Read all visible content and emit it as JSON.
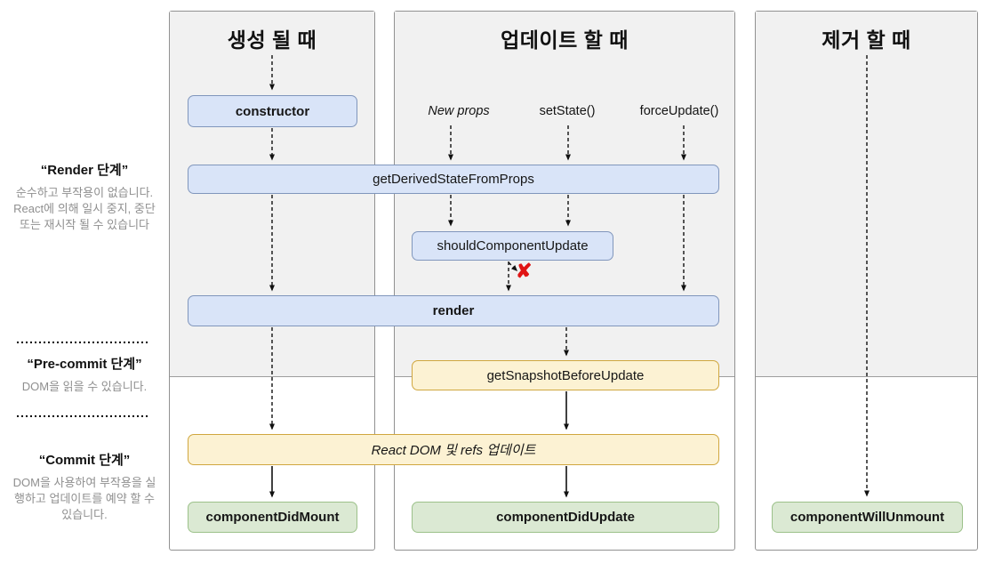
{
  "sidebar": {
    "phases": [
      {
        "title": "“Render 단계”",
        "description": "순수하고 부작용이 없습니다. React에 의해 일시 중지, 중단 또는 재시작 될 수 있습니다"
      },
      {
        "title": "“Pre-commit 단계”",
        "description": "DOM을 읽을 수 있습니다."
      },
      {
        "title": "“Commit 단계”",
        "description": "DOM을 사용하여 부작용을 실행하고 업데이트를 예약 할 수 있습니다."
      }
    ]
  },
  "columns": [
    {
      "title": "생성 될 때"
    },
    {
      "title": "업데이트 할 때"
    },
    {
      "title": "제거 할 때"
    }
  ],
  "triggers": {
    "new_props": "New props",
    "set_state": "setState()",
    "force_update": "forceUpdate()"
  },
  "boxes": {
    "constructor": "constructor",
    "get_derived_state_from_props": "getDerivedStateFromProps",
    "should_component_update": "shouldComponentUpdate",
    "render": "render",
    "get_snapshot_before_update": "getSnapshotBeforeUpdate",
    "react_dom_update": "React DOM 및 refs 업데이트",
    "component_did_mount": "componentDidMount",
    "component_did_update": "componentDidUpdate",
    "component_will_unmount": "componentWillUnmount"
  },
  "icons": {
    "blocked_x": "✘"
  },
  "colors": {
    "box_blue_fill": "#d9e4f8",
    "box_blue_border": "#8096bc",
    "box_yellow_fill": "#fcf2d3",
    "box_yellow_border": "#d0a73f",
    "box_green_fill": "#dbe9d3",
    "box_green_border": "#9cc18a",
    "column_bg": "#f1f1f1",
    "blocked_x_color": "#e01414"
  }
}
